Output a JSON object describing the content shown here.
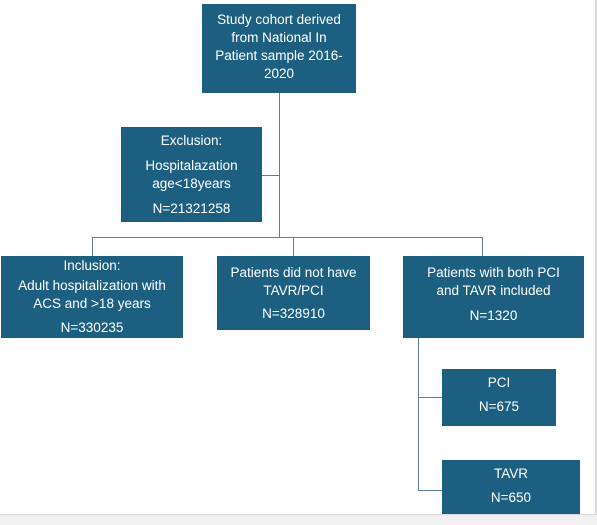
{
  "diagram": {
    "root": {
      "lines": [
        "Study cohort derived",
        "from National In",
        "Patient sample 2016-",
        "2020"
      ]
    },
    "exclusion": {
      "heading": "Exclusion:",
      "lines": [
        "Hospitalazation",
        "age<18years"
      ],
      "count": "N=21321258"
    },
    "inclusion": {
      "heading": "Inclusion:",
      "lines": [
        "Adult hospitalization with",
        "ACS and >18 years"
      ],
      "count": "N=330235"
    },
    "no_tavr_pci": {
      "lines": [
        "Patients did not have",
        "TAVR/PCI"
      ],
      "count": "N=328910"
    },
    "both": {
      "lines": [
        "Patients with both PCI",
        "and TAVR included"
      ],
      "count": "N=1320"
    },
    "pci": {
      "label": "PCI",
      "count": "N=675"
    },
    "tavr": {
      "label": "TAVR",
      "count": "N=650"
    },
    "colors": {
      "box_fill": "#1d5f80",
      "box_text": "#ffffff",
      "connector": "#5b7f95"
    }
  }
}
